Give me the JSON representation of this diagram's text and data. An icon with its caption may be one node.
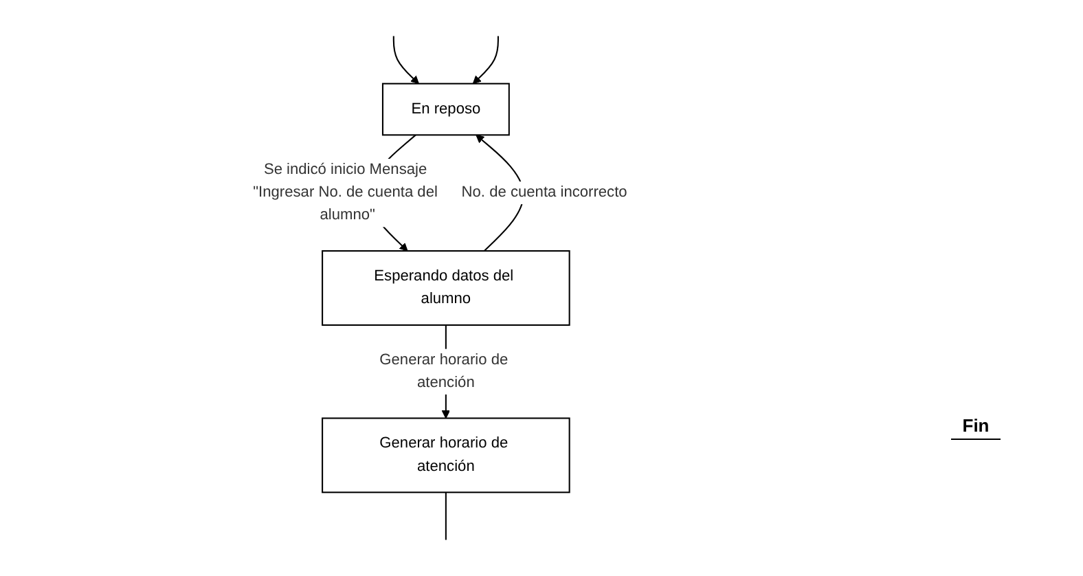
{
  "diagram": {
    "nodes": [
      {
        "text": [
          "En reposo"
        ]
      },
      {
        "text": [
          "Esperando datos del alumno"
        ]
      },
      {
        "text": [
          "Generar horario de atención"
        ]
      }
    ],
    "edges": [
      {
        "from": null,
        "to": 0,
        "arrow": "to"
      },
      {
        "from": null,
        "to": 0,
        "arrow": "to"
      },
      {
        "from": 0,
        "to": 1,
        "arrow": "to",
        "label": "Se indicó inicio Mensaje \"Ingresar No. de cuenta del alumno\""
      },
      {
        "from": 1,
        "to": 0,
        "arrow": "to",
        "label": "No. de cuenta incorrecto"
      },
      {
        "from": 1,
        "to": 2,
        "arrow": "to",
        "label": "Generar horario de atención"
      },
      {
        "from": 2,
        "to": null,
        "arrow": "none"
      }
    ],
    "labels": [
      "Fin"
    ]
  }
}
